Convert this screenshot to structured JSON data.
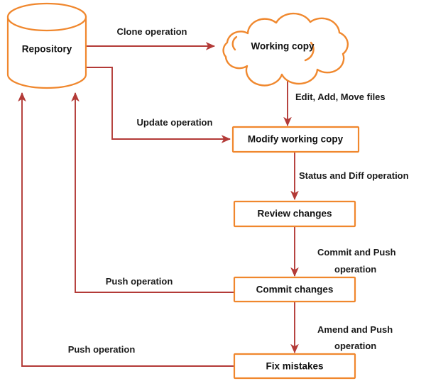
{
  "diagram": {
    "title": "Git workflow diagram",
    "colors": {
      "node_border": "#F0872D",
      "node_fill": "#FFFFFF",
      "connector": "#B33A37",
      "text": "#111111",
      "background": "#FFFFFF"
    },
    "nodes": [
      {
        "id": "repository",
        "label": "Repository",
        "shape": "cylinder"
      },
      {
        "id": "working-copy",
        "label": "Working copy",
        "shape": "cloud"
      },
      {
        "id": "modify",
        "label": "Modify working copy",
        "shape": "rect"
      },
      {
        "id": "review",
        "label": "Review changes",
        "shape": "rect"
      },
      {
        "id": "commit",
        "label": "Commit changes",
        "shape": "rect"
      },
      {
        "id": "fix",
        "label": "Fix mistakes",
        "shape": "rect"
      }
    ],
    "edges": [
      {
        "id": "clone",
        "from": "repository",
        "to": "working-copy",
        "label": "Clone operation"
      },
      {
        "id": "edit",
        "from": "working-copy",
        "to": "modify",
        "label": "Edit, Add, Move files"
      },
      {
        "id": "update",
        "from": "repository",
        "to": "modify",
        "label": "Update operation"
      },
      {
        "id": "status-diff",
        "from": "modify",
        "to": "review",
        "label": "Status and Diff operation"
      },
      {
        "id": "commit-push",
        "from": "review",
        "to": "commit",
        "label_line1": "Commit and Push",
        "label_line2": "operation"
      },
      {
        "id": "push-upper",
        "from": "commit",
        "to": "repository",
        "label": "Push operation"
      },
      {
        "id": "amend-push",
        "from": "commit",
        "to": "fix",
        "label_line1": "Amend and Push",
        "label_line2": "operation"
      },
      {
        "id": "push-lower",
        "from": "fix",
        "to": "repository",
        "label": "Push operation"
      }
    ]
  }
}
